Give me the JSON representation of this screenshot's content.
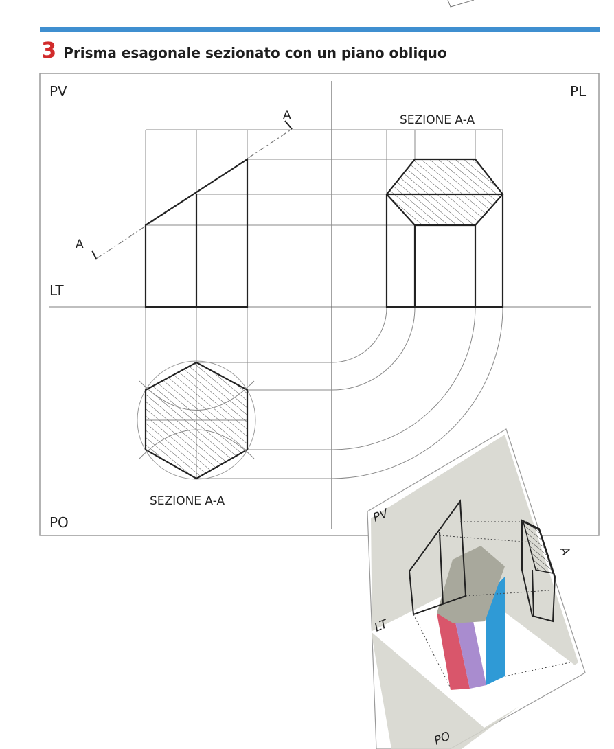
{
  "header": {
    "number": "3",
    "title": "Prisma esagonale sezionato con un piano obliquo"
  },
  "drawing": {
    "plane_pv": "PV",
    "plane_pl": "PL",
    "plane_po": "PO",
    "ground_line": "LT",
    "cut_mark_top": "A",
    "cut_mark_bottom": "A",
    "section_label_side": "SEZIONE A-A",
    "section_label_plan": "SEZIONE A-A"
  },
  "inset": {
    "plane_pv": "PV",
    "ground_line": "LT",
    "plane_po": "PO",
    "cut_mark": "A"
  },
  "colors": {
    "accent_rule": "#3f8fd0",
    "number": "#d12b2b",
    "face_red": "#d9566b",
    "face_purple": "#a98ccf",
    "face_blue": "#2f9ad6",
    "section_gray": "#a8a89c",
    "plane_gray": "#cfcfc6"
  }
}
